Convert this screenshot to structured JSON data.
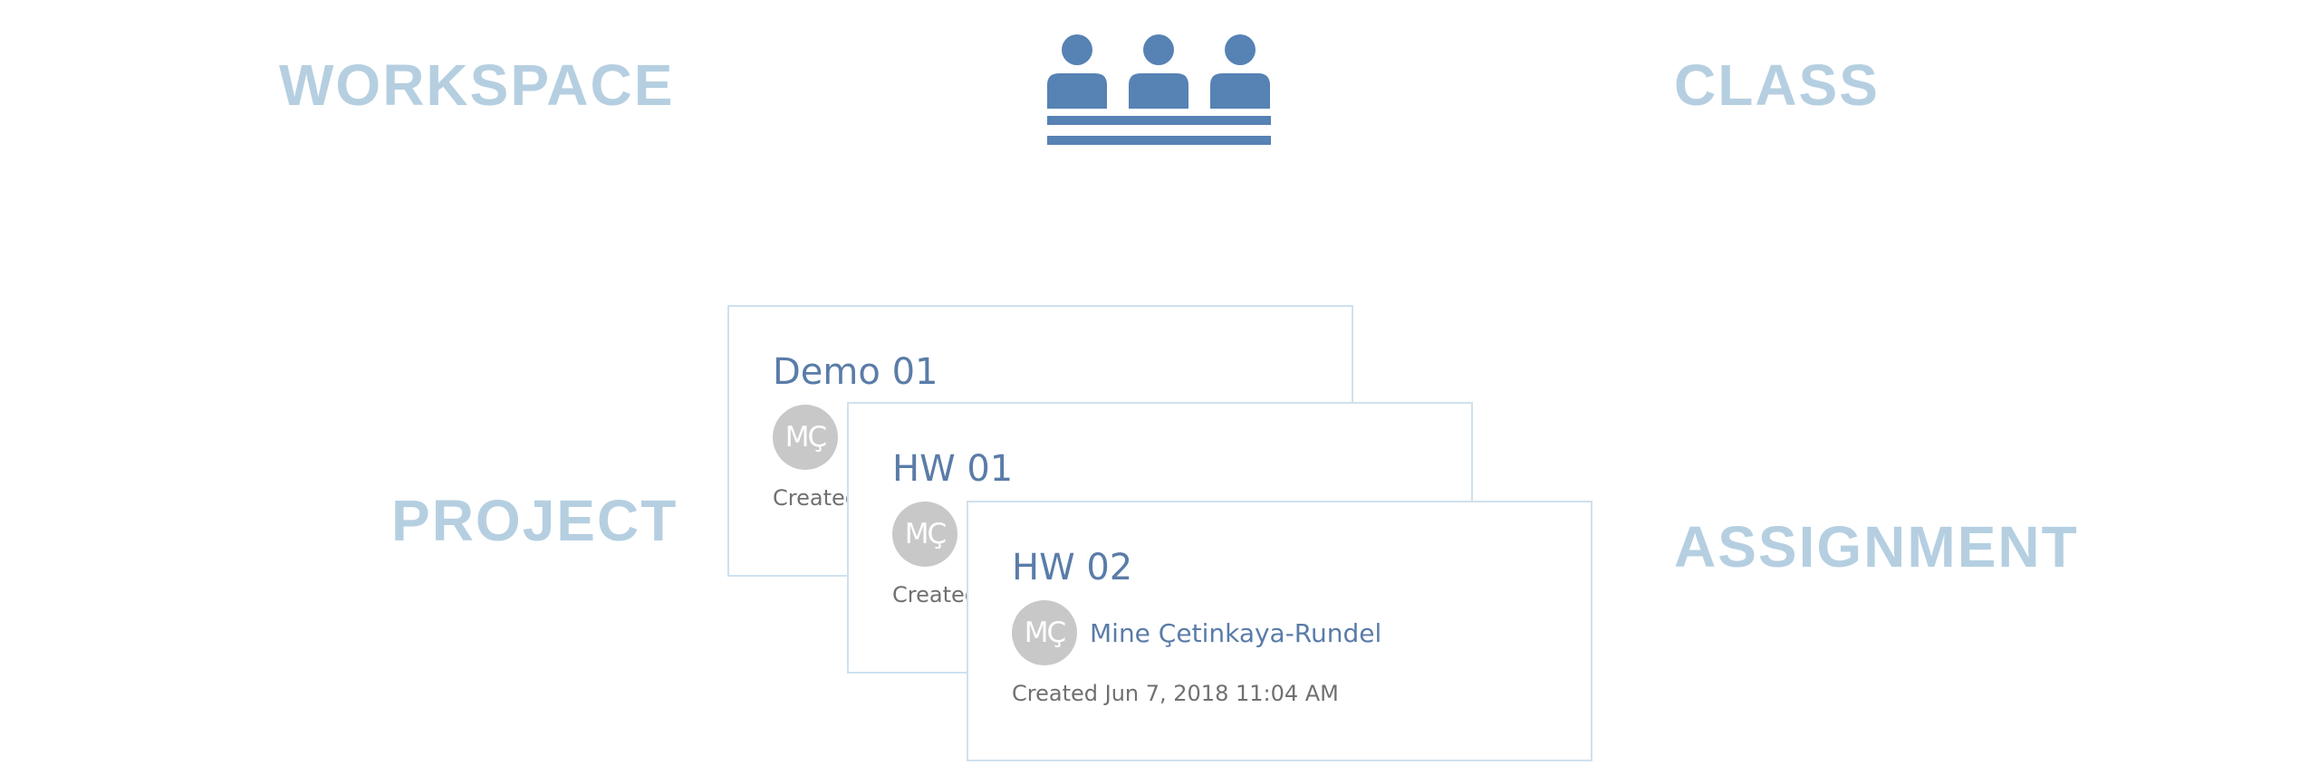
{
  "colors": {
    "term": "#b5cfe1",
    "icon": "#5682b4",
    "card_border": "#cfe1ee",
    "card_title": "#5a7ca8",
    "avatar_bg": "#c8c8c8",
    "meta_text": "#707070"
  },
  "terms": {
    "workspace": "WORKSPACE",
    "class": "CLASS",
    "project": "PROJECT",
    "assignment": "ASSIGNMENT"
  },
  "icon": {
    "name": "classroom-icon"
  },
  "cards": [
    {
      "title": "Demo 01",
      "avatar_initials": "MÇ",
      "owner": "",
      "created": "Created"
    },
    {
      "title": "HW 01",
      "avatar_initials": "MÇ",
      "owner": "",
      "created": "Created"
    },
    {
      "title": "HW 02",
      "avatar_initials": "MÇ",
      "owner": "Mine Çetinkaya-Rundel",
      "created": "Created Jun 7, 2018 11:04 AM"
    }
  ]
}
